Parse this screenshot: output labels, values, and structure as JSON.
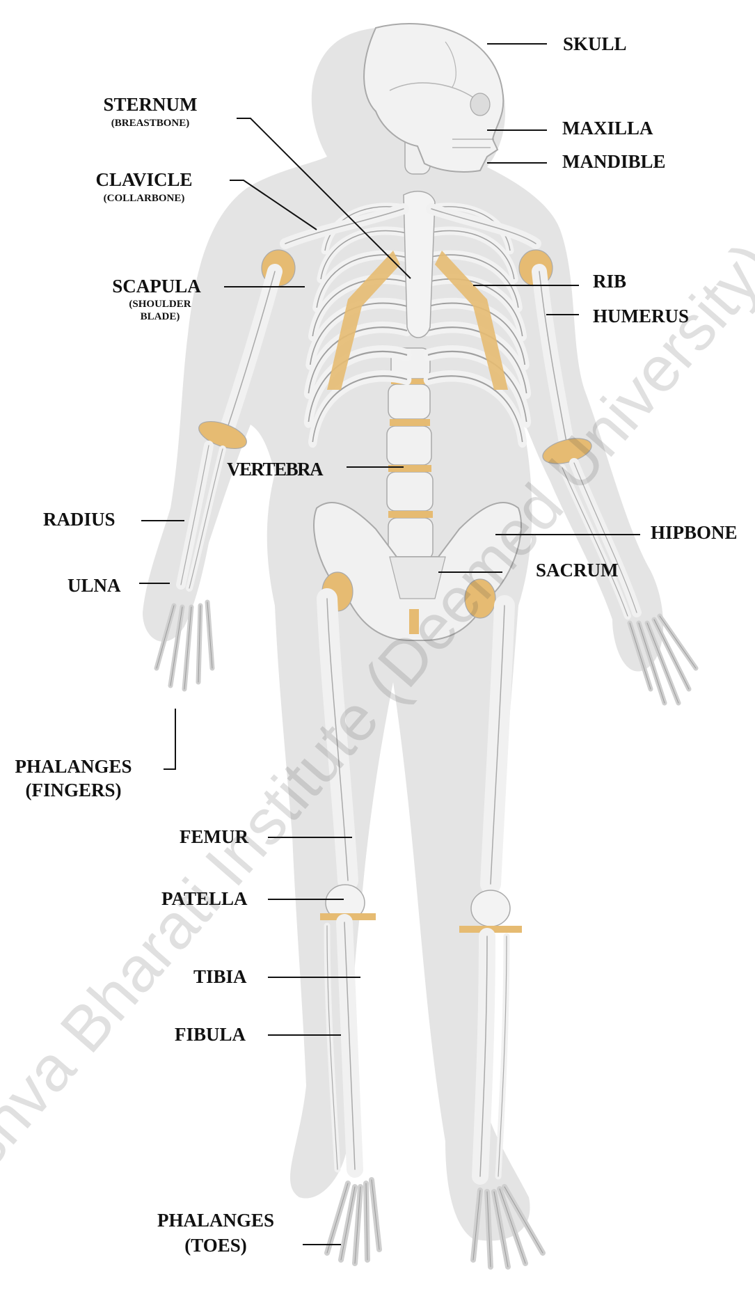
{
  "labels": {
    "skull": "SKULL",
    "sternum": "STERNUM",
    "sternum_sub": "(BREASTBONE)",
    "maxilla": "MAXILLA",
    "mandible": "MANDIBLE",
    "clavicle": "CLAVICLE",
    "clavicle_sub": "(COLLARBONE)",
    "scapula": "SCAPULA",
    "scapula_sub1": "(SHOULDER",
    "scapula_sub2": "BLADE)",
    "rib": "RIB",
    "humerus": "HUMERUS",
    "vertebra": "VERTEBRA",
    "radius": "RADIUS",
    "hipbone": "HIPBONE",
    "sacrum": "SACRUM",
    "ulna": "ULNA",
    "phalanges_fingers_1": "PHALANGES",
    "phalanges_fingers_2": "(FINGERS)",
    "femur": "FEMUR",
    "patella": "PATELLA",
    "tibia": "TIBIA",
    "fibula": "FIBULA",
    "phalanges_toes_1": "PHALANGES",
    "phalanges_toes_2": "(TOES)"
  },
  "watermark": "Vishva Bharati Institute (Deemed University), Ladnun",
  "colors": {
    "body_silhouette": "#e3e3e3",
    "bone": "#f1f1f1",
    "bone_outline": "#a9a9a9",
    "cartilage": "#e6bb72",
    "label_text": "#111111",
    "leader_line": "#111111"
  }
}
